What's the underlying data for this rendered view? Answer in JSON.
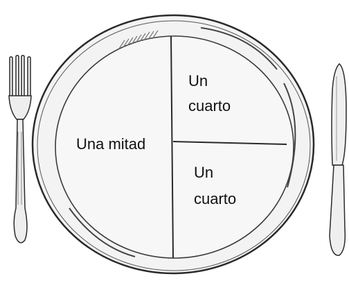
{
  "labels": {
    "half": "Una mitad",
    "quarter_top_line1": "Un",
    "quarter_top_line2": "cuarto",
    "quarter_bottom_line1": "Un",
    "quarter_bottom_line2": "cuarto"
  },
  "colors": {
    "ink": "#2a2a2a",
    "plate_fill": "#f2f2f2",
    "shade": "#d9d9d9"
  },
  "icons": {
    "fork": "fork-icon",
    "knife": "knife-icon"
  }
}
